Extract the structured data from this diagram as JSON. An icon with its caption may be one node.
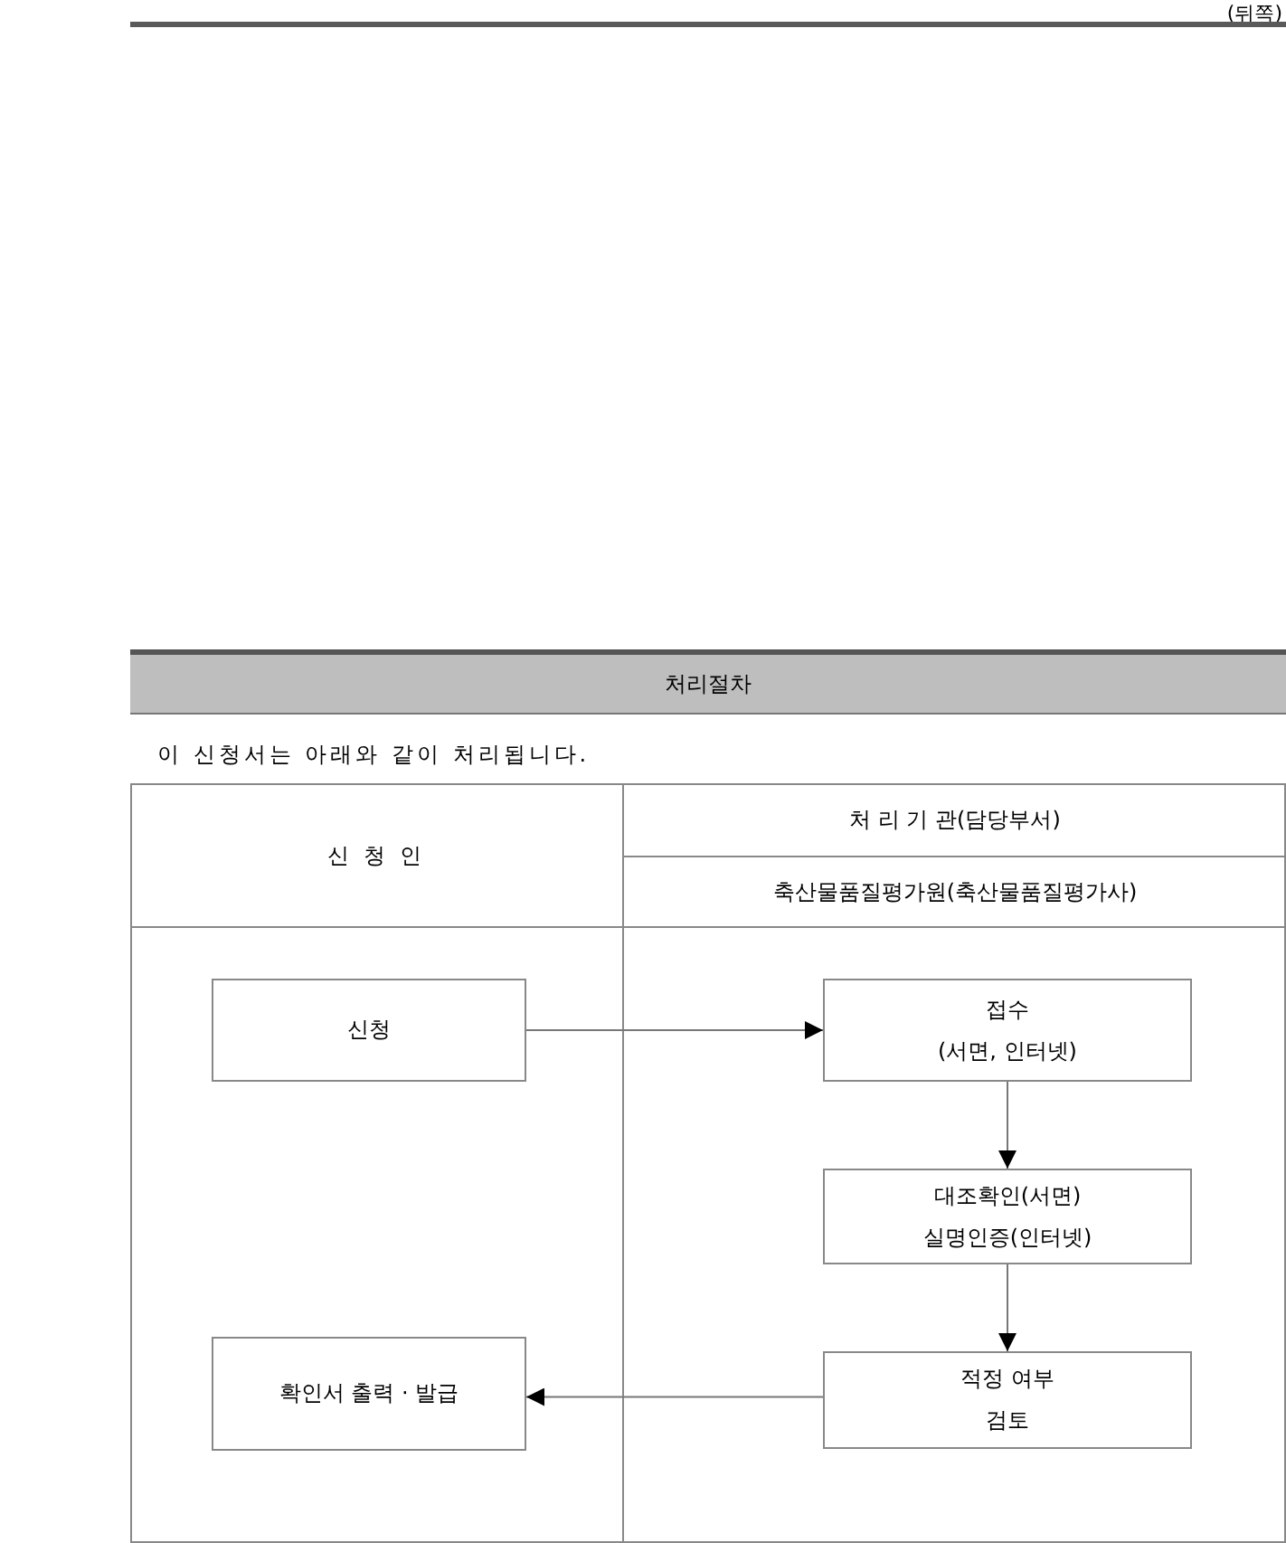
{
  "diagram": {
    "title": "처리절차",
    "nodes": [
      {
        "text": [
          "신청"
        ]
      },
      {
        "text": [
          "접수",
          "(서면, 인터넷)"
        ]
      },
      {
        "text": [
          "대조확인(서면)",
          "실명인증(인터넷)"
        ]
      },
      {
        "text": [
          "적정 여부",
          "검토"
        ]
      },
      {
        "text": [
          "확인서 출력 · 발급"
        ]
      }
    ],
    "edges": [
      {
        "from": 0,
        "to": 1,
        "arrow": "to"
      },
      {
        "from": 1,
        "to": 2,
        "arrow": "to"
      },
      {
        "from": 2,
        "to": 3,
        "arrow": "to"
      },
      {
        "from": 3,
        "to": 4,
        "arrow": "to"
      }
    ],
    "labels": [
      "(뒤쪽)",
      "이 신청서는 아래와 같이 처리됩니다.",
      "신 청 인",
      "처 리 기 관(담당부서)",
      "축산물품질평가원(축산물품질평가사)"
    ]
  }
}
